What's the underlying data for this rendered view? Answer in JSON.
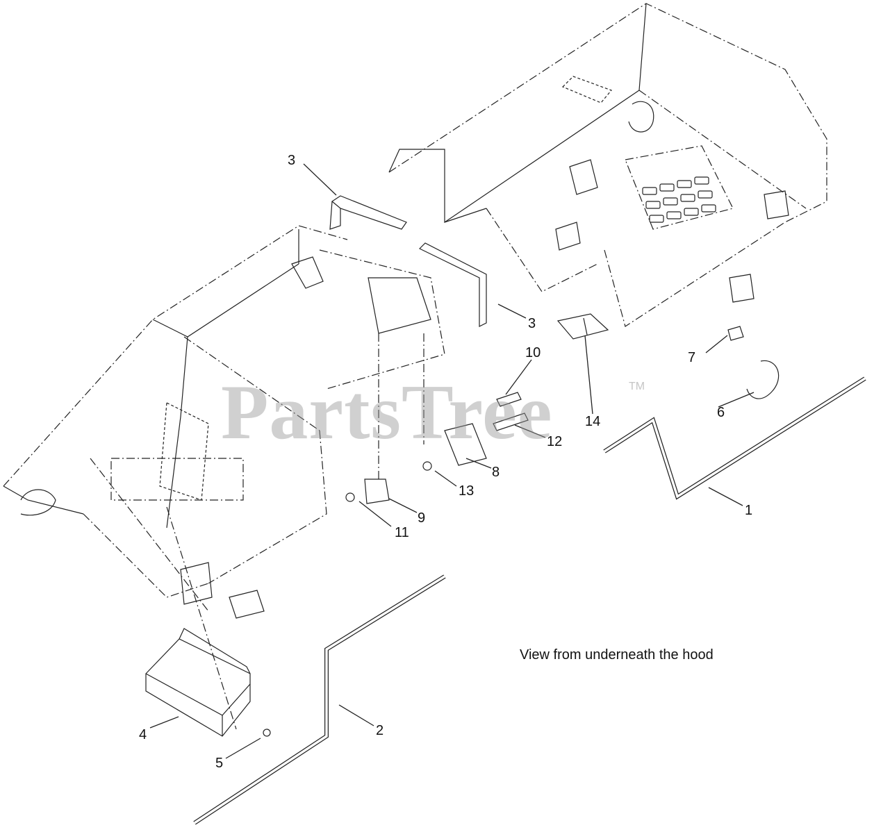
{
  "caption": "View from underneath the hood",
  "watermark": {
    "text": "PartsTree",
    "trademark": "TM"
  },
  "callouts": [
    {
      "id": "c3a",
      "label": "3"
    },
    {
      "id": "c3b",
      "label": "3"
    },
    {
      "id": "c10",
      "label": "10"
    },
    {
      "id": "c7",
      "label": "7"
    },
    {
      "id": "c14",
      "label": "14"
    },
    {
      "id": "c6",
      "label": "6"
    },
    {
      "id": "c12",
      "label": "12"
    },
    {
      "id": "c8",
      "label": "8"
    },
    {
      "id": "c13",
      "label": "13"
    },
    {
      "id": "c1",
      "label": "1"
    },
    {
      "id": "c9",
      "label": "9"
    },
    {
      "id": "c11",
      "label": "11"
    },
    {
      "id": "c2",
      "label": "2"
    },
    {
      "id": "c4",
      "label": "4"
    },
    {
      "id": "c5",
      "label": "5"
    }
  ]
}
